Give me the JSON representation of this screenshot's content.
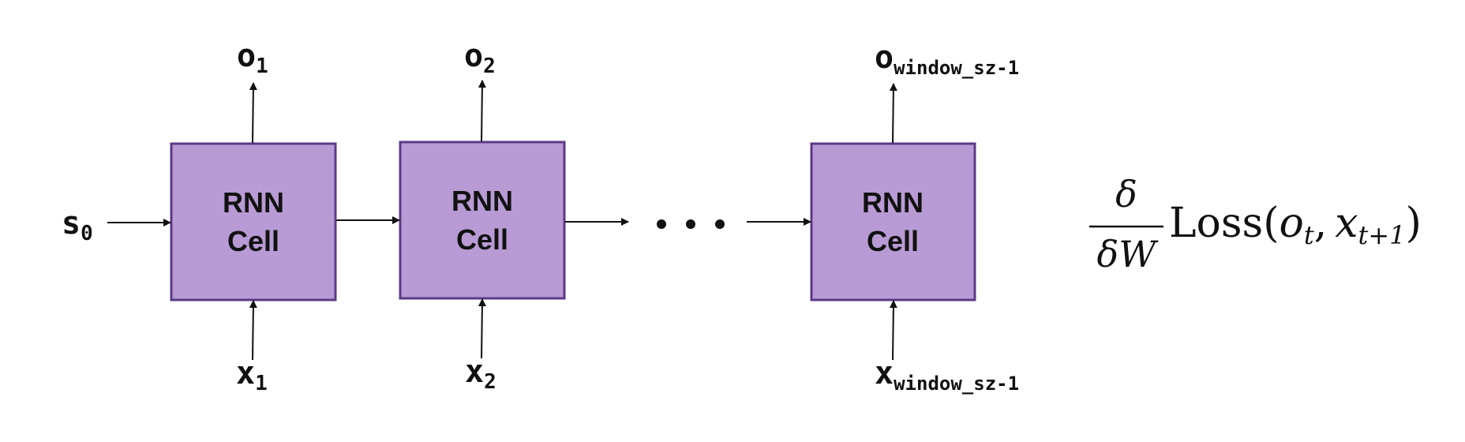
{
  "diagram": {
    "cells": [
      {
        "line1": "RNN",
        "line2": "Cell"
      },
      {
        "line1": "RNN",
        "line2": "Cell"
      },
      {
        "line1": "RNN",
        "line2": "Cell"
      }
    ],
    "initial_state": {
      "base": "s",
      "sub": "0"
    },
    "outputs": [
      {
        "base": "o",
        "sub": "1"
      },
      {
        "base": "o",
        "sub": "2"
      },
      {
        "base": "o",
        "sub": "window_sz-1"
      }
    ],
    "inputs": [
      {
        "base": "x",
        "sub": "1"
      },
      {
        "base": "x",
        "sub": "2"
      },
      {
        "base": "x",
        "sub": "window_sz-1"
      }
    ]
  },
  "formula": {
    "numerator": "δ",
    "denominator": "δW",
    "loss": "Loss",
    "open_paren": "(",
    "arg1": "o",
    "arg1_sub": "t",
    "comma": ",",
    "arg2": "x",
    "arg2_sub": "t+1",
    "close_paren": ")"
  }
}
